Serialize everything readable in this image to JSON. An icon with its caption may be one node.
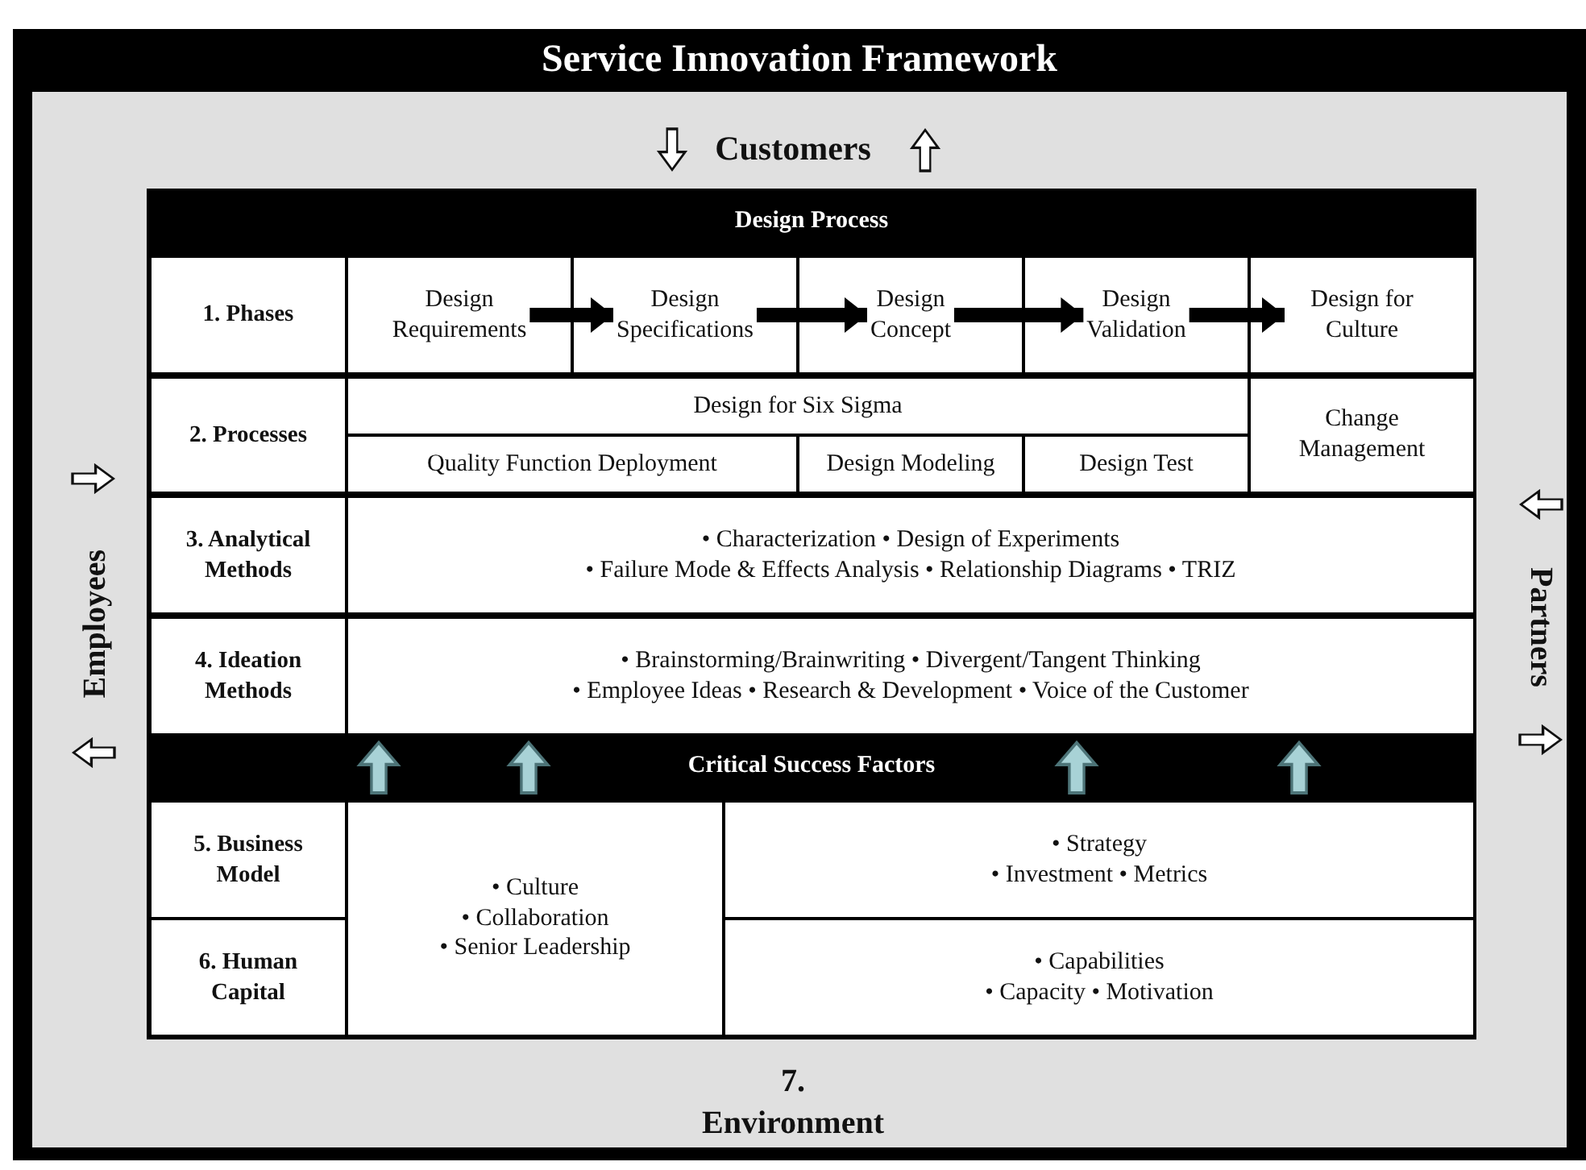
{
  "diagram": {
    "title": "Service Innovation Framework",
    "nodes": [
      {
        "text": [
          "Design Process"
        ]
      },
      {
        "text": [
          "1. Phases"
        ]
      },
      {
        "text": [
          "Design Requirements"
        ]
      },
      {
        "text": [
          "Design Specifications"
        ]
      },
      {
        "text": [
          "Design Concept"
        ]
      },
      {
        "text": [
          "Design Validation"
        ]
      },
      {
        "text": [
          "Design for Culture"
        ]
      },
      {
        "text": [
          "2. Processes"
        ]
      },
      {
        "text": [
          "Design for Six Sigma"
        ]
      },
      {
        "text": [
          "Quality Function Deployment"
        ]
      },
      {
        "text": [
          "Design Modeling"
        ]
      },
      {
        "text": [
          "Design Test"
        ]
      },
      {
        "text": [
          "Change Management"
        ]
      },
      {
        "text": [
          "3. Analytical Methods"
        ]
      },
      {
        "text": [
          "• Characterization • Design of Experiments",
          "• Failure Mode & Effects Analysis • Relationship Diagrams • TRIZ"
        ]
      },
      {
        "text": [
          "4. Ideation Methods"
        ]
      },
      {
        "text": [
          "• Brainstorming/Brainwriting • Divergent/Tangent Thinking",
          "• Employee Ideas • Research & Development • Voice of the Customer"
        ]
      },
      {
        "text": [
          "Critical Success Factors"
        ]
      },
      {
        "text": [
          "5. Business Model"
        ]
      },
      {
        "text": [
          "6. Human Capital"
        ]
      },
      {
        "text": [
          "• Culture",
          "• Collaboration",
          "• Senior Leadership"
        ]
      },
      {
        "text": [
          "• Strategy",
          "• Investment • Metrics"
        ]
      },
      {
        "text": [
          "• Capabilities",
          "• Capacity • Motivation"
        ]
      }
    ],
    "edges": [
      {
        "from": 2,
        "to": 3,
        "arrow": "to"
      },
      {
        "from": 3,
        "to": 4,
        "arrow": "to"
      },
      {
        "from": 4,
        "to": 5,
        "arrow": "to"
      },
      {
        "from": 5,
        "to": 6,
        "arrow": "to"
      }
    ],
    "labels": [
      "Customers",
      "Employees",
      "Partners",
      "7. Environment"
    ]
  }
}
